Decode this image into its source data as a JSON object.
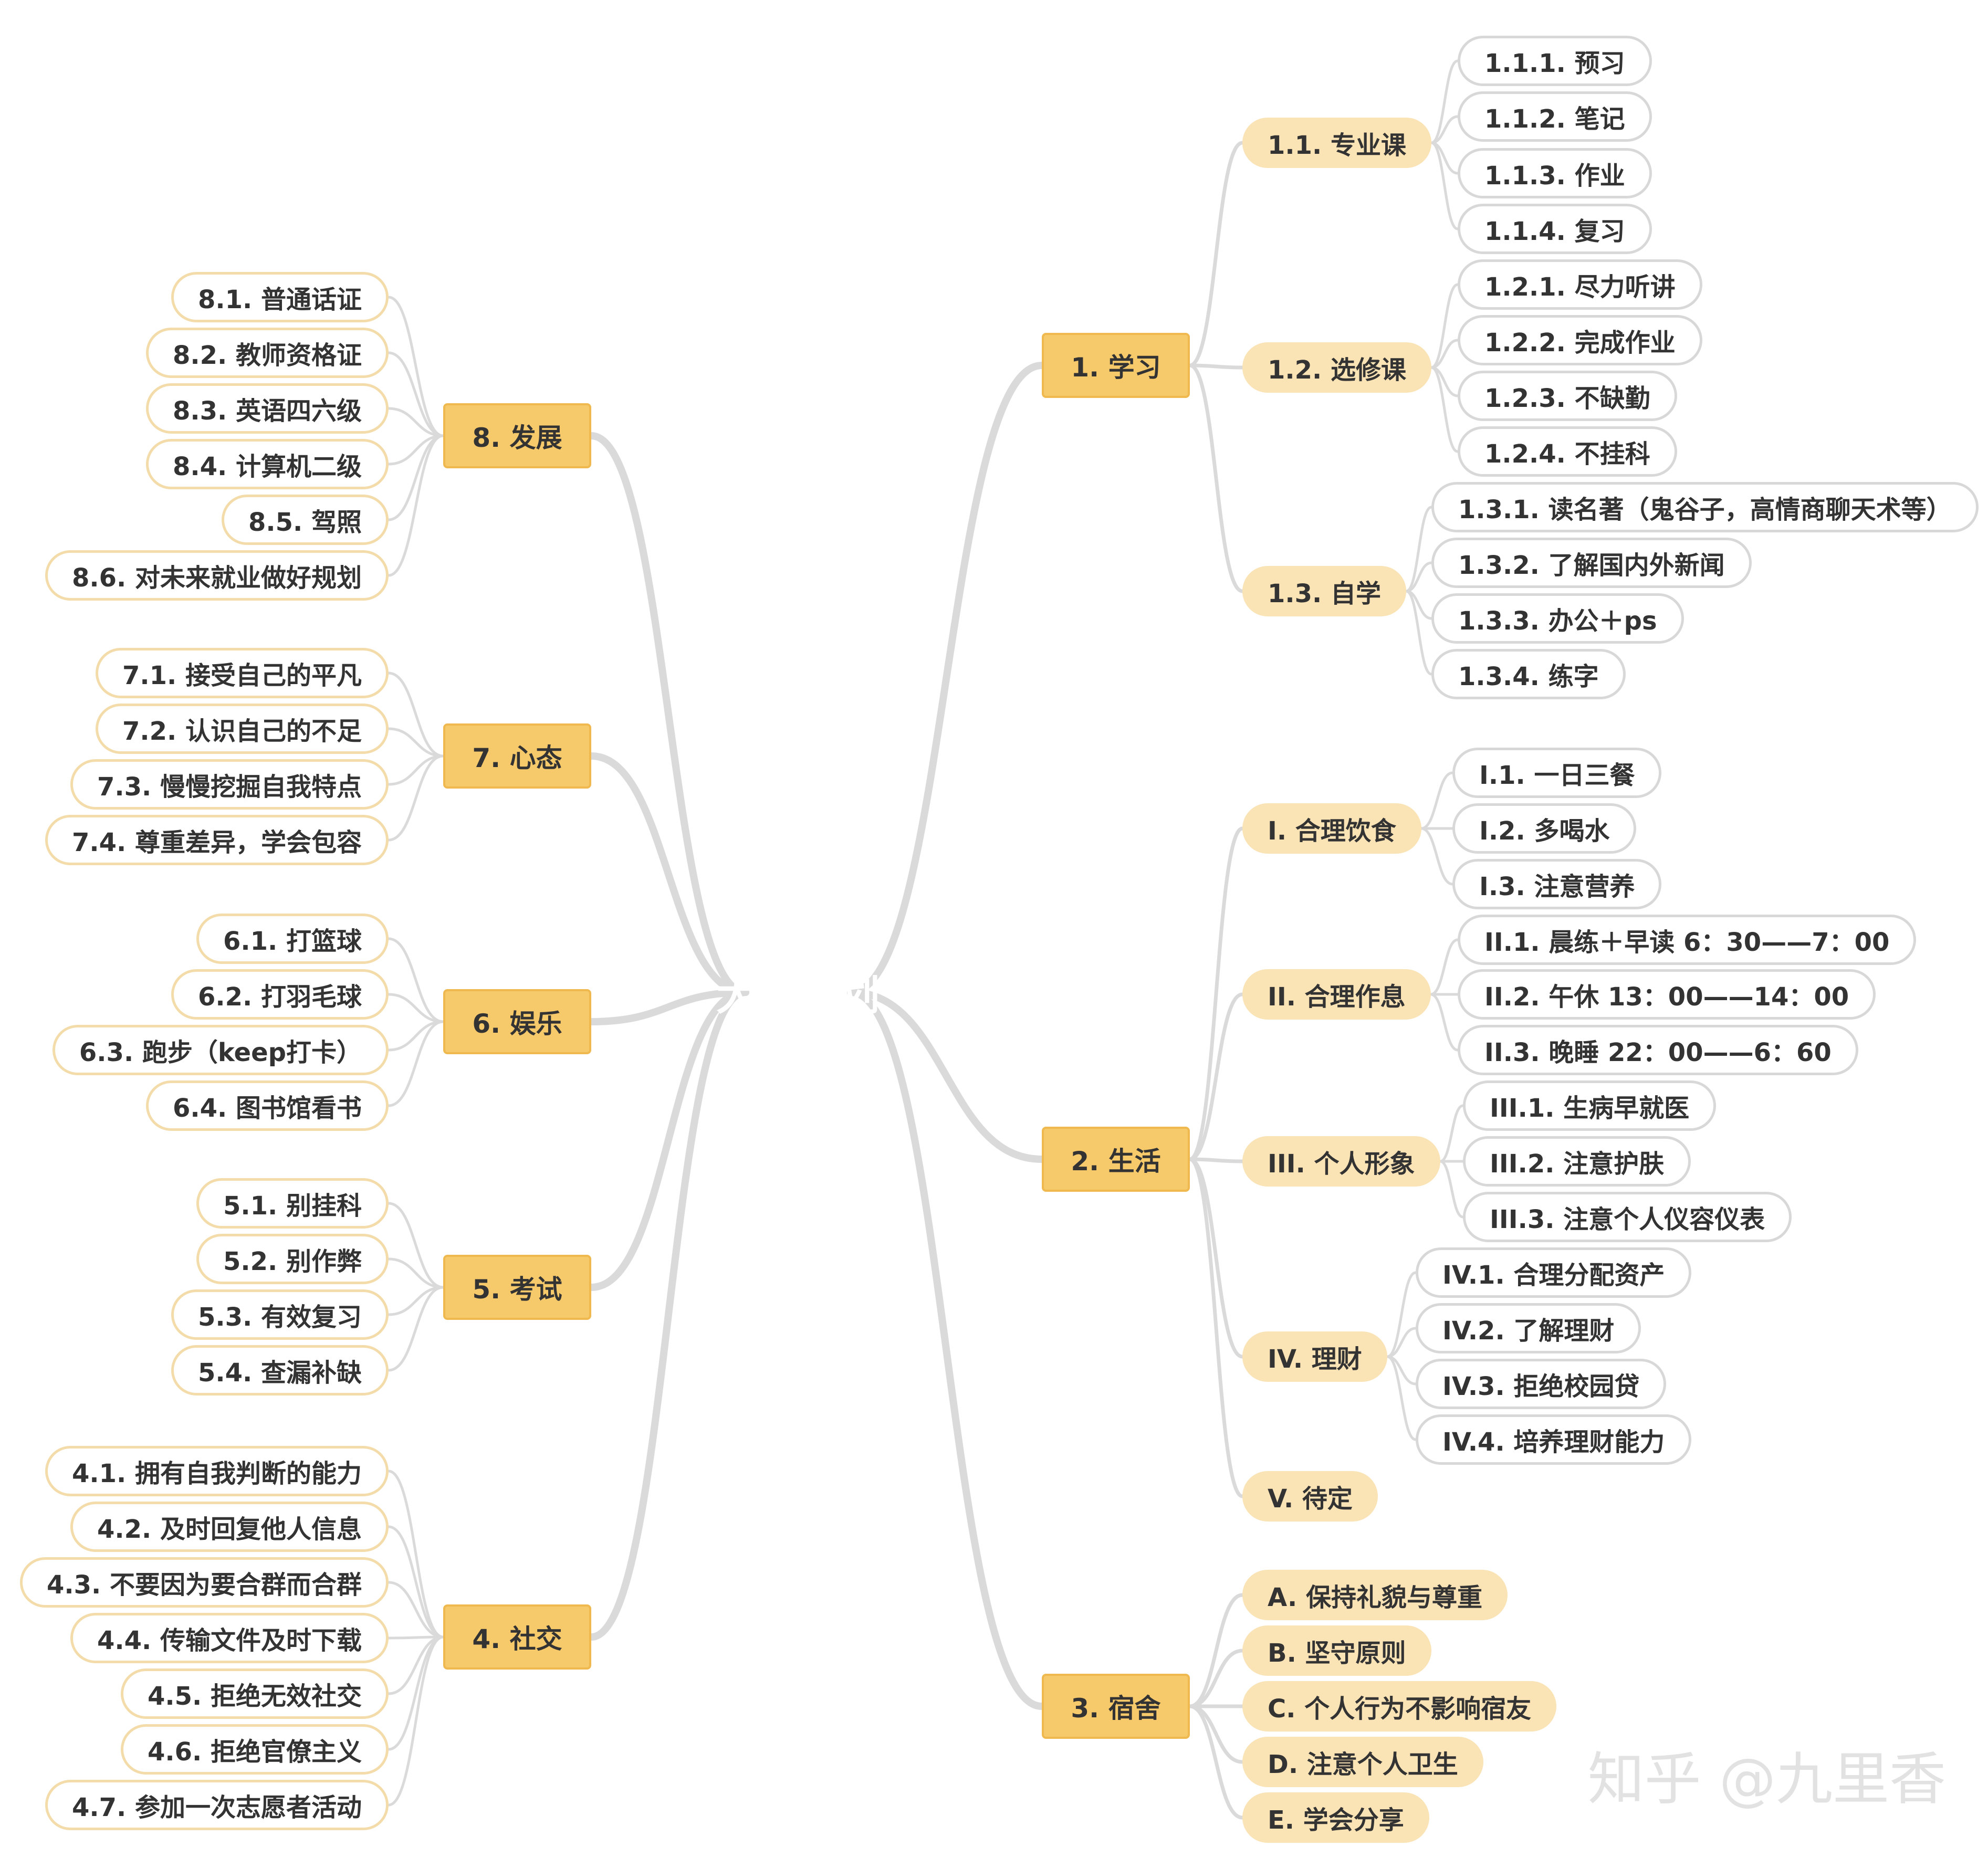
{
  "center": {
    "title": "大学规划"
  },
  "watermark": "知乎 @九里香",
  "colors": {
    "head": "#23457b",
    "main_fill": "#f6c96a",
    "sub_fill": "#fae3b5",
    "edge": "#dadada"
  },
  "icons": [
    "head-silhouette-icon"
  ],
  "branches": [
    {
      "id": "b1",
      "label": "1. 学习",
      "subs": [
        {
          "label": "1.1. 专业课",
          "leaves": [
            "1.1.1. 预习",
            "1.1.2. 笔记",
            "1.1.3. 作业",
            "1.1.4. 复习"
          ]
        },
        {
          "label": "1.2. 选修课",
          "leaves": [
            "1.2.1. 尽力听讲",
            "1.2.2. 完成作业",
            "1.2.3. 不缺勤",
            "1.2.4. 不挂科"
          ]
        },
        {
          "label": "1.3. 自学",
          "leaves": [
            "1.3.1. 读名著（鬼谷子，高情商聊天术等）",
            "1.3.2. 了解国内外新闻",
            "1.3.3. 办公＋ps",
            "1.3.4. 练字"
          ]
        }
      ]
    },
    {
      "id": "b2",
      "label": "2. 生活",
      "subs": [
        {
          "label": "I. 合理饮食",
          "leaves": [
            "I.1. 一日三餐",
            "I.2. 多喝水",
            "I.3. 注意营养"
          ]
        },
        {
          "label": "II. 合理作息",
          "leaves": [
            "II.1. 晨练＋早读 6：30——7：00",
            "II.2. 午休  13：00——14：00",
            "II.3. 晚睡  22：00——6：60"
          ]
        },
        {
          "label": "III. 个人形象",
          "leaves": [
            "III.1. 生病早就医",
            "III.2. 注意护肤",
            "III.3. 注意个人仪容仪表"
          ]
        },
        {
          "label": "IV. 理财",
          "leaves": [
            "IV.1. 合理分配资产",
            "IV.2. 了解理财",
            "IV.3. 拒绝校园贷",
            "IV.4. 培养理财能力"
          ]
        },
        {
          "label": "V. 待定",
          "leaves": []
        }
      ]
    },
    {
      "id": "b3",
      "label": "3. 宿舍",
      "subs": [
        {
          "label": "A. 保持礼貌与尊重",
          "leaves": []
        },
        {
          "label": "B. 坚守原则",
          "leaves": []
        },
        {
          "label": "C. 个人行为不影响宿友",
          "leaves": []
        },
        {
          "label": "D. 注意个人卫生",
          "leaves": []
        },
        {
          "label": "E. 学会分享",
          "leaves": []
        }
      ]
    },
    {
      "id": "b8",
      "label": "8. 发展",
      "leaves": [
        "8.1. 普通话证",
        "8.2. 教师资格证",
        "8.3. 英语四六级",
        "8.4. 计算机二级",
        "8.5. 驾照",
        "8.6. 对未来就业做好规划"
      ]
    },
    {
      "id": "b7",
      "label": "7. 心态",
      "leaves": [
        "7.1. 接受自己的平凡",
        "7.2. 认识自己的不足",
        "7.3. 慢慢挖掘自我特点",
        "7.4. 尊重差异，学会包容"
      ]
    },
    {
      "id": "b6",
      "label": "6. 娱乐",
      "leaves": [
        "6.1. 打篮球",
        "6.2. 打羽毛球",
        "6.3. 跑步（keep打卡）",
        "6.4. 图书馆看书"
      ]
    },
    {
      "id": "b5",
      "label": "5. 考试",
      "leaves": [
        "5.1. 别挂科",
        "5.2. 别作弊",
        "5.3. 有效复习",
        "5.4. 查漏补缺"
      ]
    },
    {
      "id": "b4",
      "label": "4. 社交",
      "leaves": [
        "4.1. 拥有自我判断的能力",
        "4.2. 及时回复他人信息",
        "4.3. 不要因为要合群而合群",
        "4.4. 传输文件及时下载",
        "4.5. 拒绝无效社交",
        "4.6. 拒绝官僚主义",
        "4.7. 参加一次志愿者活动"
      ]
    }
  ]
}
